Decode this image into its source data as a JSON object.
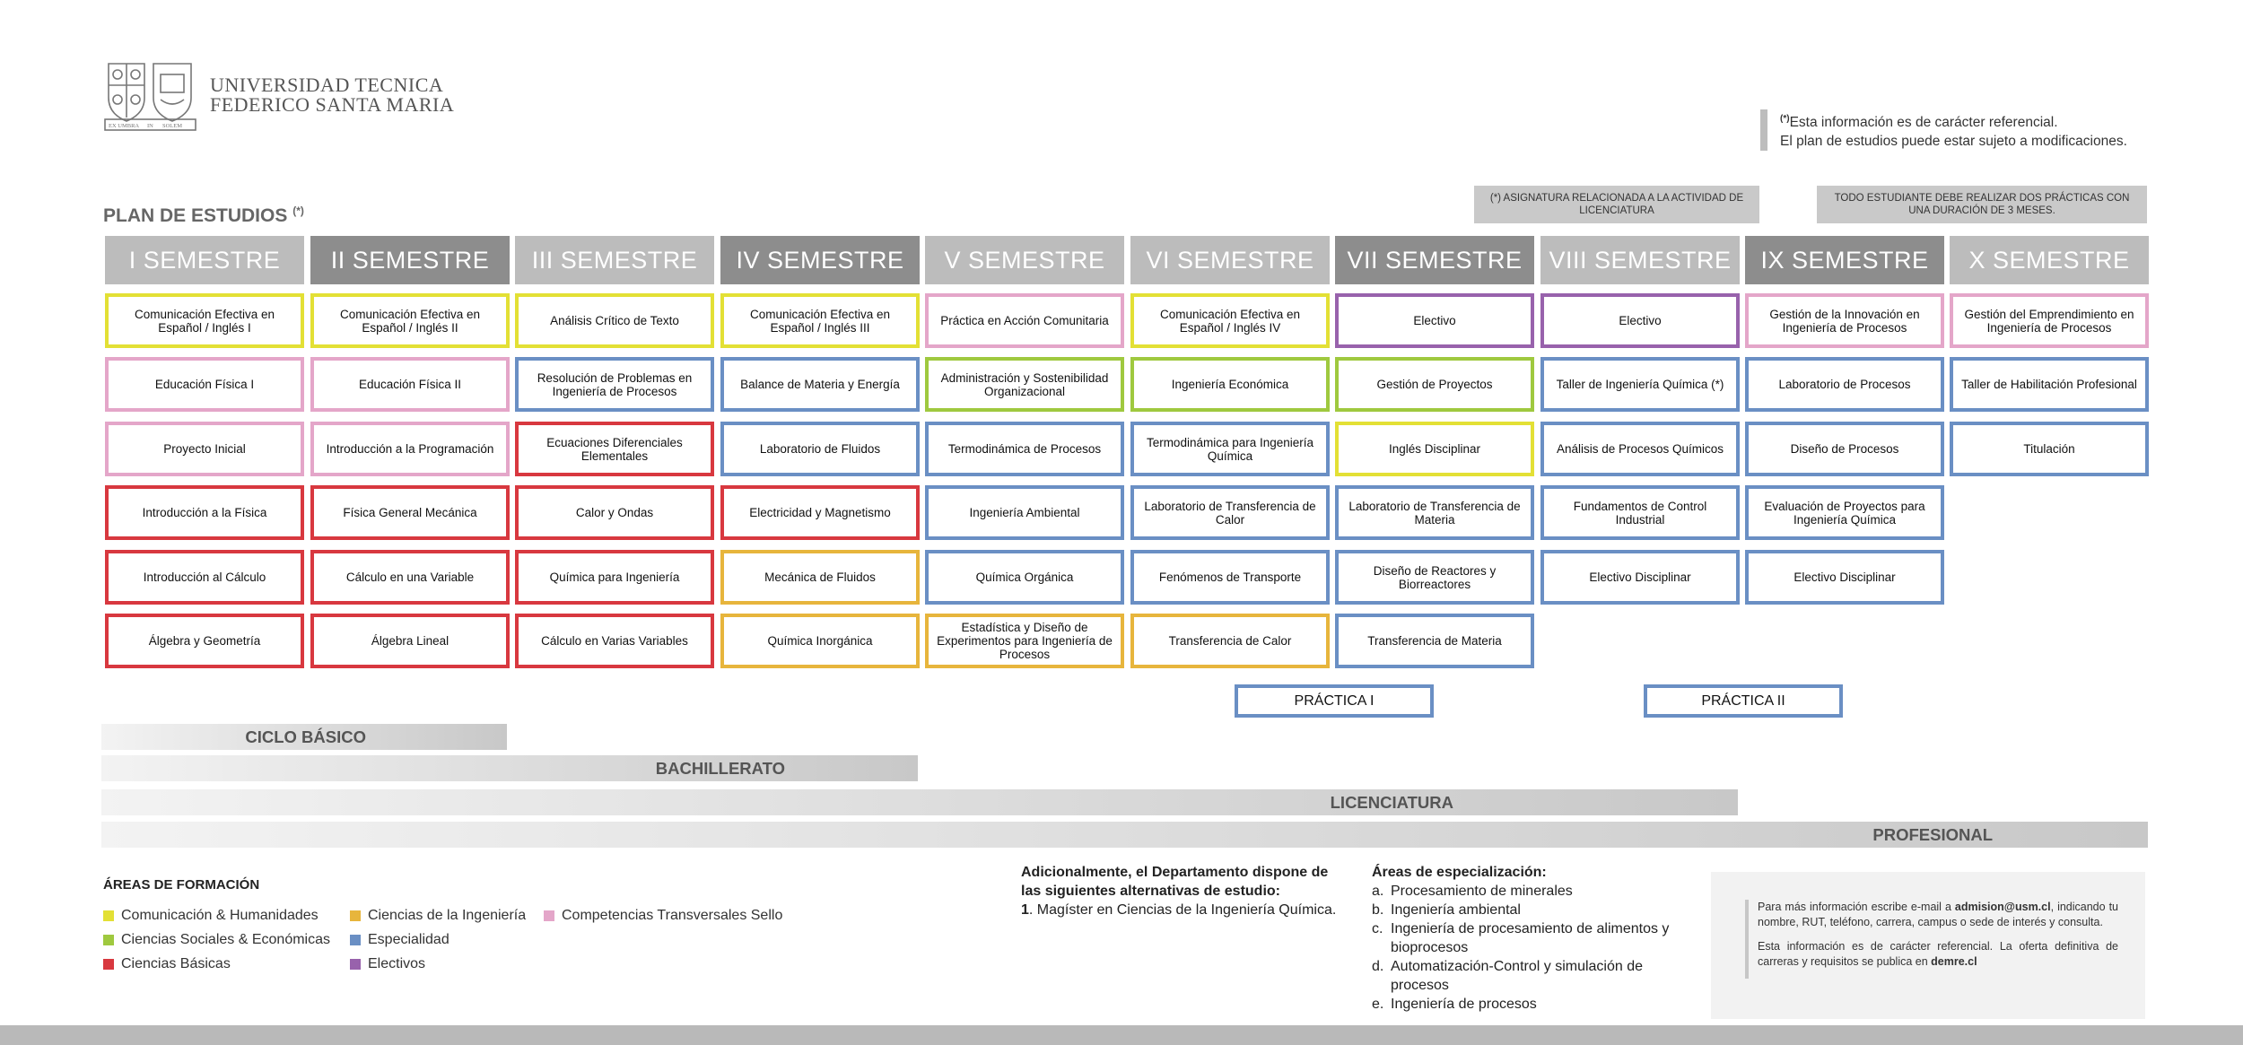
{
  "header": {
    "university_line1": "UNIVERSIDAD TECNICA",
    "university_line2": "FEDERICO SANTA MARIA",
    "logo_motto_left": "EX UMBRA",
    "logo_motto_mid": "IN",
    "logo_motto_right": "SOLEM"
  },
  "disclaimer": {
    "marker": "(*)",
    "line1": "Esta información es de carácter referencial.",
    "line2": "El plan de estudios puede estar sujeto a modificaciones."
  },
  "notes": {
    "note1": "(*) ASIGNATURA RELACIONADA A LA ACTIVIDAD DE LICENCIATURA",
    "note2": "TODO ESTUDIANTE DEBE REALIZAR DOS PRÁCTICAS CON UNA DURACIÓN DE 3 MESES."
  },
  "plan_title": "PLAN DE ESTUDIOS",
  "plan_title_marker": "(*)",
  "semesters": [
    {
      "label": "I SEMESTRE",
      "shade": "light",
      "courses": [
        {
          "name": "Comunicación Efectiva en Español / Inglés I",
          "color": "yellow"
        },
        {
          "name": "Educación Física I",
          "color": "pink"
        },
        {
          "name": "Proyecto Inicial",
          "color": "pink"
        },
        {
          "name": "Introducción a la Física",
          "color": "red"
        },
        {
          "name": "Introducción al Cálculo",
          "color": "red"
        },
        {
          "name": "Álgebra y Geometría",
          "color": "red"
        }
      ]
    },
    {
      "label": "II SEMESTRE",
      "shade": "dark",
      "courses": [
        {
          "name": "Comunicación Efectiva en Español / Inglés II",
          "color": "yellow"
        },
        {
          "name": "Educación Física II",
          "color": "pink"
        },
        {
          "name": "Introducción a la Programación",
          "color": "pink"
        },
        {
          "name": "Física General Mecánica",
          "color": "red"
        },
        {
          "name": "Cálculo en una Variable",
          "color": "red"
        },
        {
          "name": "Álgebra Lineal",
          "color": "red"
        }
      ]
    },
    {
      "label": "III SEMESTRE",
      "shade": "light",
      "courses": [
        {
          "name": "Análisis Crítico de Texto",
          "color": "yellow"
        },
        {
          "name": "Resolución de Problemas en Ingeniería de Procesos",
          "color": "blue"
        },
        {
          "name": "Ecuaciones Diferenciales Elementales",
          "color": "red"
        },
        {
          "name": "Calor y Ondas",
          "color": "red"
        },
        {
          "name": "Química para Ingeniería",
          "color": "red"
        },
        {
          "name": "Cálculo en Varias Variables",
          "color": "red"
        }
      ]
    },
    {
      "label": "IV SEMESTRE",
      "shade": "dark",
      "courses": [
        {
          "name": "Comunicación Efectiva en Español / Inglés III",
          "color": "yellow"
        },
        {
          "name": "Balance de Materia y Energía",
          "color": "blue"
        },
        {
          "name": "Laboratorio de Fluidos",
          "color": "blue"
        },
        {
          "name": "Electricidad y Magnetismo",
          "color": "red"
        },
        {
          "name": "Mecánica de Fluidos",
          "color": "orange"
        },
        {
          "name": "Química Inorgánica",
          "color": "orange"
        }
      ]
    },
    {
      "label": "V SEMESTRE",
      "shade": "light",
      "courses": [
        {
          "name": "Práctica en Acción Comunitaria",
          "color": "pink"
        },
        {
          "name": "Administración y Sostenibilidad Organizacional",
          "color": "green"
        },
        {
          "name": "Termodinámica de Procesos",
          "color": "blue"
        },
        {
          "name": "Ingeniería Ambiental",
          "color": "blue"
        },
        {
          "name": "Química Orgánica",
          "color": "blue"
        },
        {
          "name": "Estadística y Diseño de Experimentos para Ingeniería de Procesos",
          "color": "orange"
        }
      ]
    },
    {
      "label": "VI SEMESTRE",
      "shade": "light",
      "courses": [
        {
          "name": "Comunicación Efectiva en Español / Inglés IV",
          "color": "yellow"
        },
        {
          "name": "Ingeniería Económica",
          "color": "green"
        },
        {
          "name": "Termodinámica para Ingeniería Química",
          "color": "blue"
        },
        {
          "name": "Laboratorio de Transferencia de Calor",
          "color": "blue"
        },
        {
          "name": "Fenómenos de Transporte",
          "color": "blue"
        },
        {
          "name": "Transferencia de Calor",
          "color": "orange"
        }
      ]
    },
    {
      "label": "VII SEMESTRE",
      "shade": "dark",
      "courses": [
        {
          "name": "Electivo",
          "color": "purple"
        },
        {
          "name": "Gestión de Proyectos",
          "color": "green"
        },
        {
          "name": "Inglés Disciplinar",
          "color": "yellow"
        },
        {
          "name": "Laboratorio de Transferencia de Materia",
          "color": "blue"
        },
        {
          "name": "Diseño de Reactores y Biorreactores",
          "color": "blue"
        },
        {
          "name": "Transferencia de Materia",
          "color": "blue"
        }
      ]
    },
    {
      "label": "VIII SEMESTRE",
      "shade": "light",
      "courses": [
        {
          "name": "Electivo",
          "color": "purple"
        },
        {
          "name": "Taller de Ingeniería Química (*)",
          "color": "blue"
        },
        {
          "name": "Análisis de Procesos Químicos",
          "color": "blue"
        },
        {
          "name": "Fundamentos de Control Industrial",
          "color": "blue"
        },
        {
          "name": "Electivo Disciplinar",
          "color": "blue"
        }
      ]
    },
    {
      "label": "IX SEMESTRE",
      "shade": "dark",
      "courses": [
        {
          "name": "Gestión de la Innovación en Ingeniería de Procesos",
          "color": "pink"
        },
        {
          "name": "Laboratorio de Procesos",
          "color": "blue"
        },
        {
          "name": "Diseño de Procesos",
          "color": "blue"
        },
        {
          "name": "Evaluación de Proyectos para Ingeniería Química",
          "color": "blue"
        },
        {
          "name": "Electivo Disciplinar",
          "color": "blue"
        }
      ]
    },
    {
      "label": "X SEMESTRE",
      "shade": "light",
      "courses": [
        {
          "name": "Gestión del Emprendimiento en Ingeniería de Procesos",
          "color": "pink"
        },
        {
          "name": "Taller de Habilitación Profesional",
          "color": "blue"
        },
        {
          "name": "Titulación",
          "color": "blue"
        }
      ]
    }
  ],
  "practicas": {
    "p1": "PRÁCTICA I",
    "p2": "PRÁCTICA II"
  },
  "cycles": {
    "basico": "CICLO BÁSICO",
    "bachillerato": "BACHILLERATO",
    "licenciatura": "LICENCIATURA",
    "profesional": "PROFESIONAL"
  },
  "legend": {
    "title": "ÁREAS DE FORMACIÓN",
    "items": [
      {
        "label": "Comunicación & Humanidades",
        "color": "#e3e035"
      },
      {
        "label": "Ciencias Sociales & Económicas",
        "color": "#9fc93f"
      },
      {
        "label": "Ciencias Básicas",
        "color": "#d8383f"
      },
      {
        "label": "Ciencias de la Ingeniería",
        "color": "#e7b53c"
      },
      {
        "label": "Especialidad",
        "color": "#6a8fc4"
      },
      {
        "label": "Electivos",
        "color": "#9862ac"
      },
      {
        "label": "Competencias Transversales Sello",
        "color": "#e4a6c9"
      }
    ]
  },
  "additional": {
    "heading": "Adicionalmente, el Departamento dispone de las siguientes alternativas de estudio:",
    "item_number": "1",
    "item_text": "Magíster en Ciencias de la Ingeniería Química."
  },
  "specialization": {
    "heading": "Áreas de especialización:",
    "items": [
      {
        "letter": "a.",
        "text": "Procesamiento de minerales"
      },
      {
        "letter": "b.",
        "text": "Ingeniería ambiental"
      },
      {
        "letter": "c.",
        "text": "Ingeniería de procesamiento de alimentos y bioprocesos"
      },
      {
        "letter": "d.",
        "text": "Automatización-Control y simulación de procesos"
      },
      {
        "letter": "e.",
        "text": "Ingeniería de procesos"
      }
    ]
  },
  "contact": {
    "p1_pre": "Para más información escribe e-mail a ",
    "p1_email": "admision@usm.cl",
    "p1_post": ", indicando tu nombre, RUT, teléfono, carrera, campus o sede de interés y consulta.",
    "p2_pre": "Esta información es de carácter referencial. La oferta definitiva de carreras y requisitos se publica en ",
    "p2_site": "demre.cl"
  },
  "colors": {
    "yellow": "#e3e035",
    "pink": "#e4a6c9",
    "red": "#d8383f",
    "blue": "#6a8fc4",
    "green": "#9fc93f",
    "orange": "#e7b53c",
    "purple": "#9862ac"
  }
}
